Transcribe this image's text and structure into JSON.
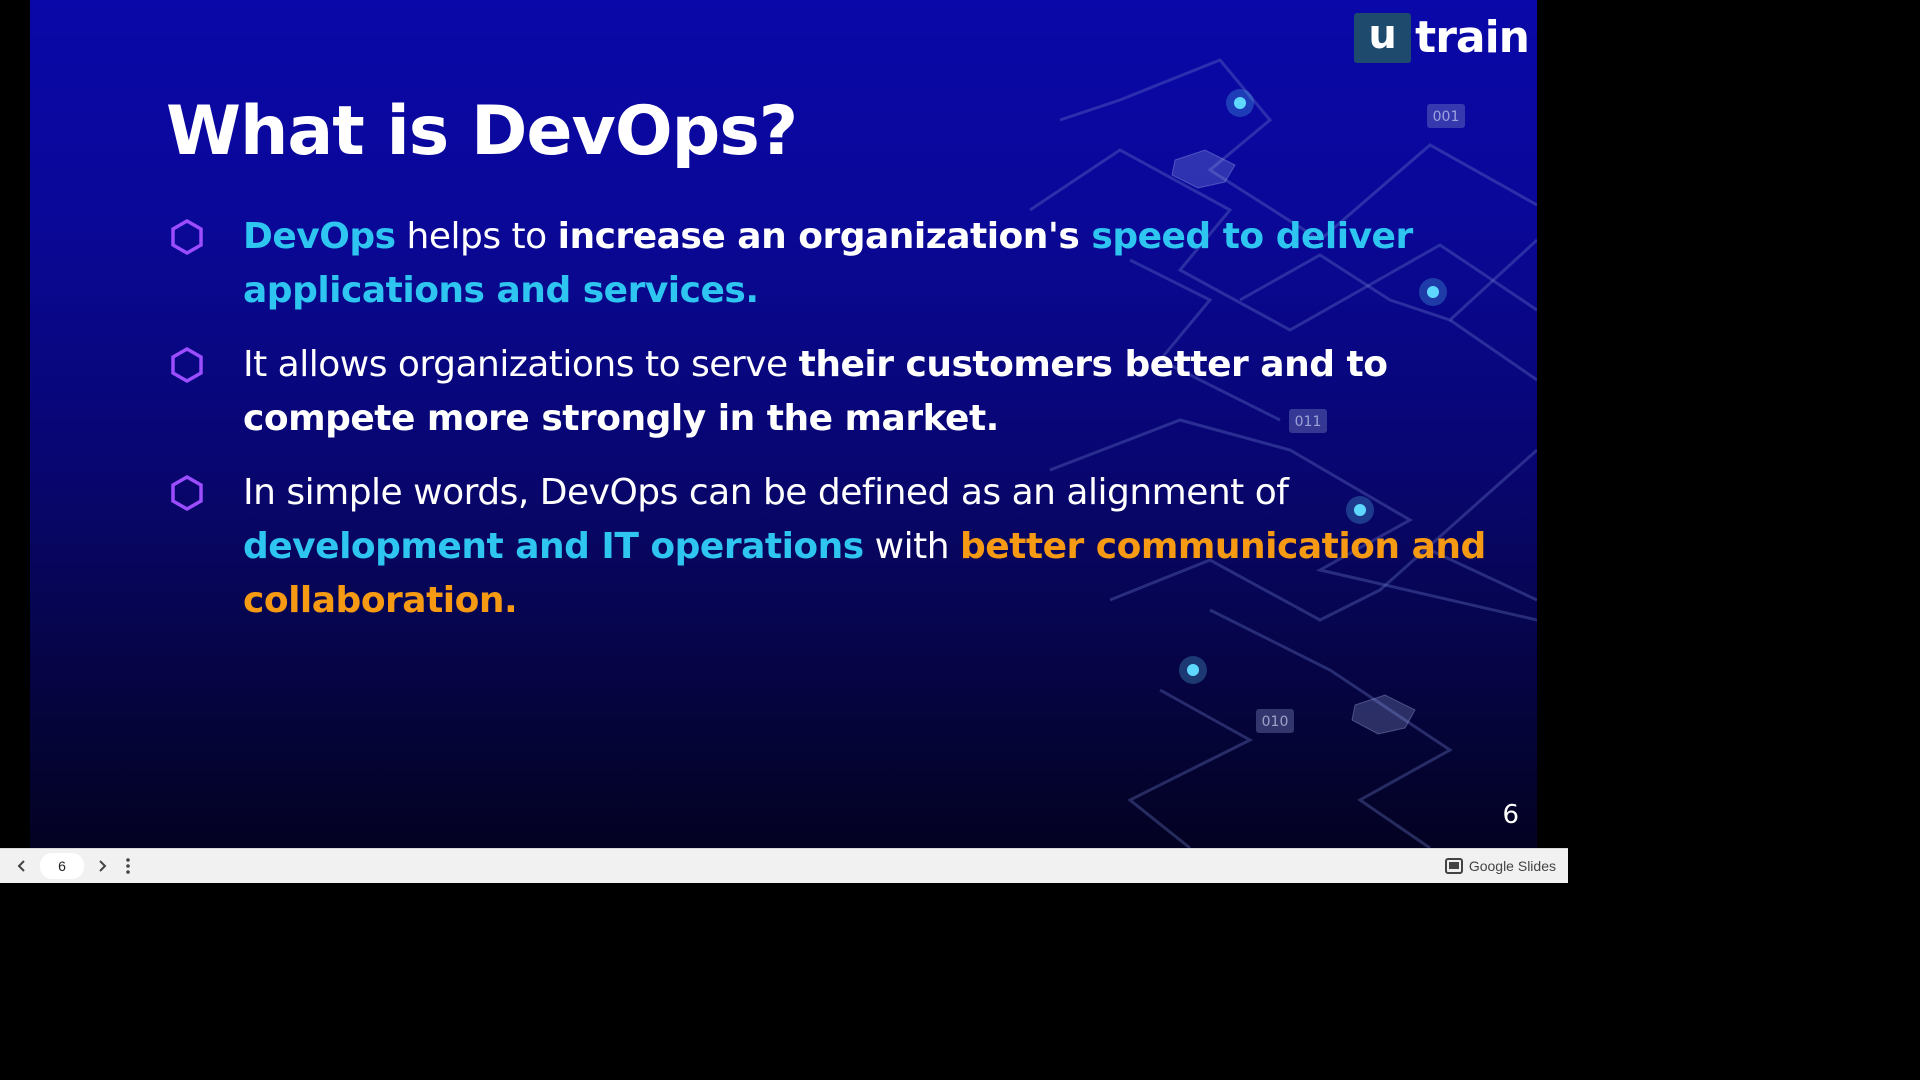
{
  "slide": {
    "title": "What is DevOps?",
    "logo": {
      "mark": "u",
      "text": "train"
    },
    "page_number": "6",
    "bullets": [
      [
        {
          "text": "DevOps",
          "style": "b cyan"
        },
        {
          "text": " helps to ",
          "style": "white"
        },
        {
          "text": "increase an organization's ",
          "style": "b white"
        },
        {
          "text": "speed to deliver applications and services.",
          "style": "b cyan"
        }
      ],
      [
        {
          "text": "It allows organizations to serve ",
          "style": "white"
        },
        {
          "text": "their customers better and to compete more strongly in the market.",
          "style": "b white"
        }
      ],
      [
        {
          "text": "In simple words, DevOps can be defined as an alignment of ",
          "style": "white"
        },
        {
          "text": "development and IT operations",
          "style": "b cyan"
        },
        {
          "text": " with ",
          "style": "white"
        },
        {
          "text": "better communication and collaboration.",
          "style": "b orange"
        }
      ]
    ],
    "background_labels": [
      "001",
      "011",
      "010"
    ],
    "colors": {
      "accent_cyan": "#2ec6f0",
      "accent_orange": "#f59a12",
      "bullet_icon": "#9b4dff"
    }
  },
  "toolbar": {
    "page_input_value": "6",
    "prev_icon": "chevron-left-icon",
    "next_icon": "chevron-right-icon",
    "menu_icon": "more-vert-icon",
    "app_label": "Google Slides",
    "app_icon": "slides-icon"
  }
}
